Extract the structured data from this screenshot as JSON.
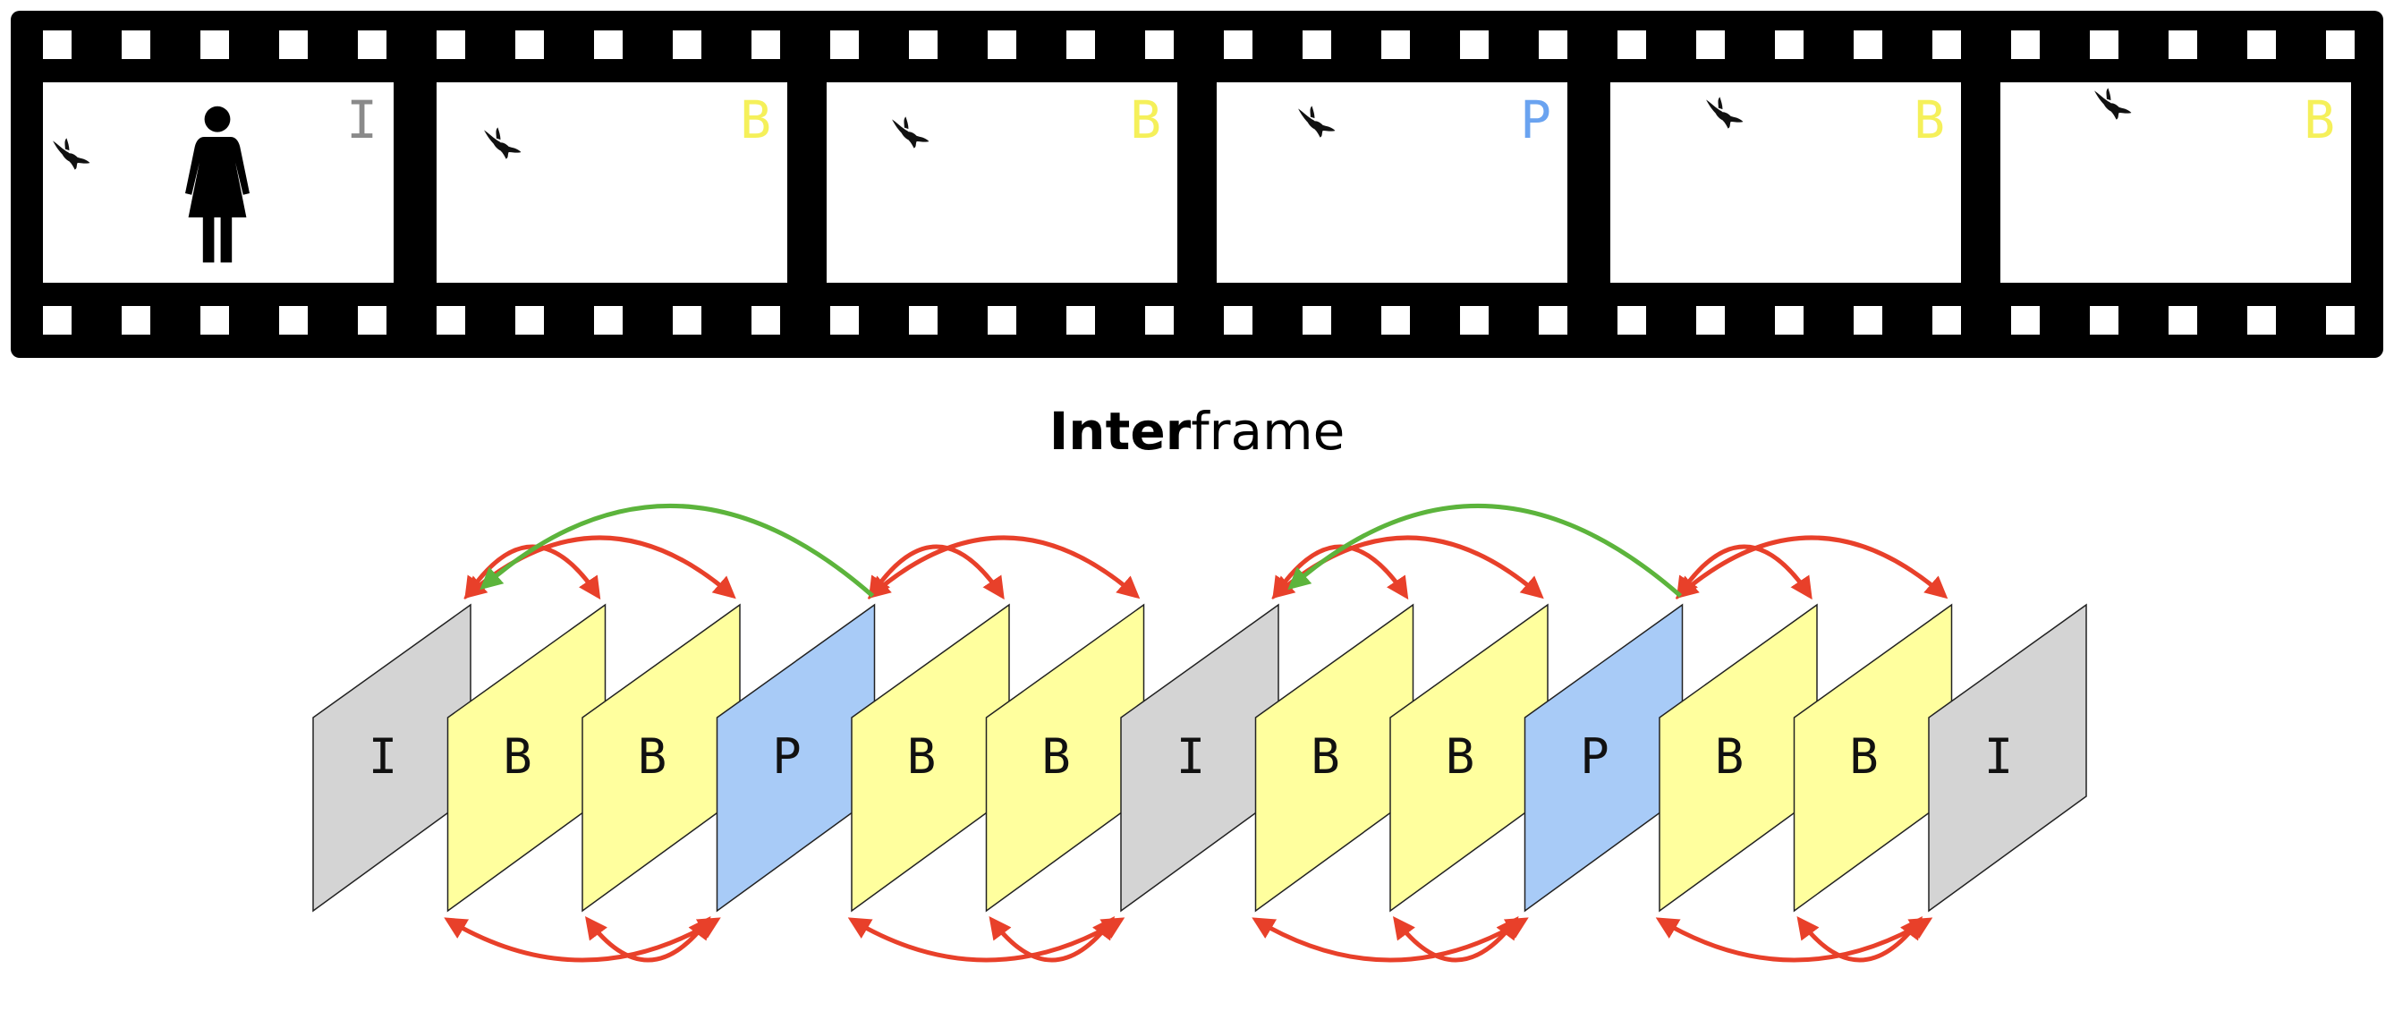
{
  "filmstrip": {
    "frames": [
      {
        "letter": "I",
        "color": "#8a8a8a",
        "has_person": true
      },
      {
        "letter": "B",
        "color": "#f5f05a",
        "has_person": false
      },
      {
        "letter": "B",
        "color": "#f5f05a",
        "has_person": false
      },
      {
        "letter": "P",
        "color": "#6aa3f0",
        "has_person": false
      },
      {
        "letter": "B",
        "color": "#f5f05a",
        "has_person": false
      },
      {
        "letter": "B",
        "color": "#f5f05a",
        "has_person": false
      }
    ],
    "icons": {
      "bird": "bird-icon",
      "person": "person-icon"
    }
  },
  "title": {
    "bold": "Inter",
    "regular": "frame"
  },
  "sequence": {
    "letters": [
      "I",
      "B",
      "B",
      "P",
      "B",
      "B",
      "I",
      "B",
      "B",
      "P",
      "B",
      "B",
      "I"
    ],
    "colors": {
      "I": "#d4d4d4",
      "B": "#ffff9e",
      "P": "#a8cbf7"
    },
    "arrow_colors": {
      "bidirectional": "#e8402a",
      "forward": "#5cb43c"
    }
  }
}
